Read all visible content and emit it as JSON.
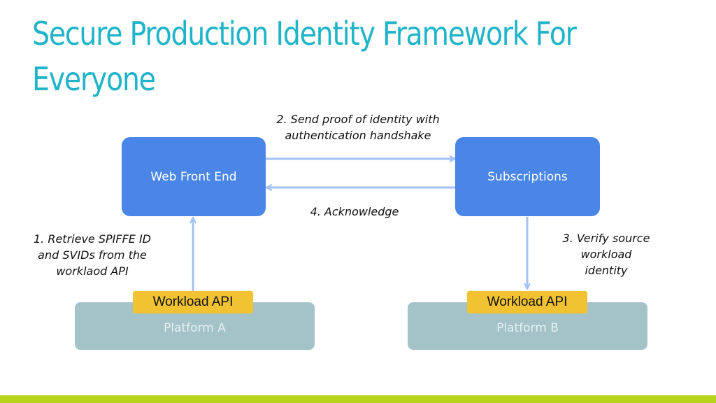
{
  "title": {
    "lines": [
      "Secure Production Identity Framework For",
      "Everyone"
    ]
  },
  "nodes": {
    "web_front_end": "Web Front End",
    "subscriptions": "Subscriptions"
  },
  "platforms": {
    "a": {
      "label": "Platform A",
      "api_label": "Workload API"
    },
    "b": {
      "label": "Platform B",
      "api_label": "Workload API"
    }
  },
  "edge_labels": {
    "step1": [
      "1. Retrieve SPIFFE ID",
      "and SVIDs from the",
      "worklaod API"
    ],
    "step2": [
      "2. Send proof of identity with",
      "authentication handshake"
    ],
    "step3": [
      "3. Verify source",
      "workload",
      "identity"
    ],
    "step4": "4. Acknowledge"
  },
  "colors": {
    "title": "#1fb4c8",
    "node_fill": "#4a86e8",
    "platform_fill": "#a3c3c9",
    "platform_text": "#e8f0f2",
    "api_fill": "#f1c232",
    "arrow": "#a4c2f4",
    "bottom_bar": "#b7d31a"
  },
  "edges": [
    {
      "from": "workload-api-a",
      "to": "web-front-end",
      "label": "step1"
    },
    {
      "from": "web-front-end",
      "to": "subscriptions",
      "label": "step2"
    },
    {
      "from": "subscriptions",
      "to": "workload-api-b",
      "label": "step3"
    },
    {
      "from": "subscriptions",
      "to": "web-front-end",
      "label": "step4"
    }
  ]
}
